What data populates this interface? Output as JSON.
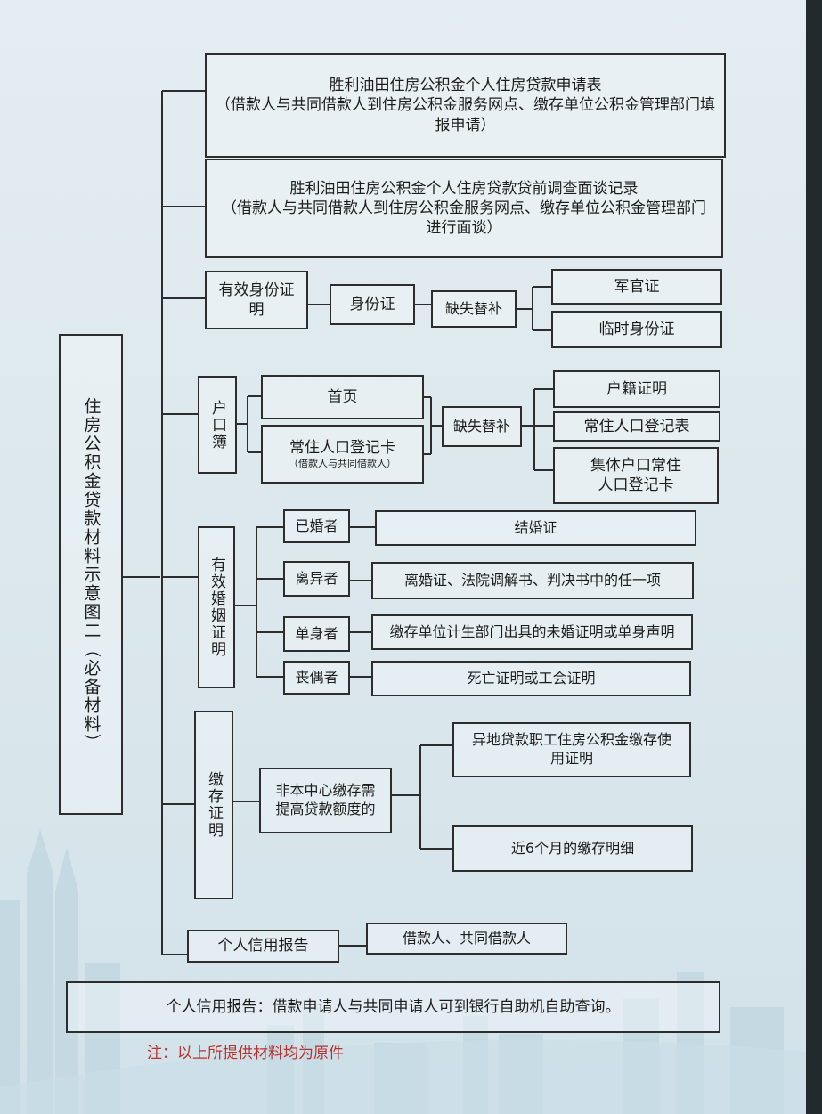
{
  "root": "住房公积金贷款材料示意图二（必备材料）",
  "application_form": {
    "title": "胜利油田住房公积金个人住房贷款申请表",
    "desc": "（借款人与共同借款人到住房公积金服务网点、缴存单位公积金管理部门填报申请）"
  },
  "interview_record": {
    "title": "胜利油田住房公积金个人住房贷款贷前调查面谈记录",
    "desc": "（借款人与共同借款人到住房公积金服务网点、缴存单位公积金管理部门进行面谈）"
  },
  "identity": {
    "label": "有效身份证明",
    "id_card": "身份证",
    "substitute": "缺失替补",
    "options": [
      "军官证",
      "临时身份证"
    ]
  },
  "household": {
    "label": "户口簿",
    "first_page": "首页",
    "resident_card": "常住人口登记卡",
    "resident_card_note": "（借款人与共同借款人）",
    "substitute": "缺失替补",
    "options": [
      "户籍证明",
      "常住人口登记表",
      "集体户口常住人口登记卡"
    ]
  },
  "marriage": {
    "label": "有效婚姻证明",
    "rows": [
      {
        "status": "已婚者",
        "doc": "结婚证"
      },
      {
        "status": "离异者",
        "doc": "离婚证、法院调解书、判决书中的任一项"
      },
      {
        "status": "单身者",
        "doc": "缴存单位计生部门出具的未婚证明或单身声明"
      },
      {
        "status": "丧偶者",
        "doc": "死亡证明或工会证明"
      }
    ]
  },
  "deposit": {
    "label": "缴存证明",
    "condition": "非本中心缴存需提高贷款额度的",
    "options": [
      "异地贷款职工住房公积金缴存使用证明",
      "近6个月的缴存明细"
    ]
  },
  "credit": {
    "label": "个人信用报告",
    "who": "借款人、共同借款人"
  },
  "credit_note": "个人信用报告：借款申请人与共同申请人可到银行自助机自助查询。",
  "footnote": "注：以上所提供材料均为原件"
}
